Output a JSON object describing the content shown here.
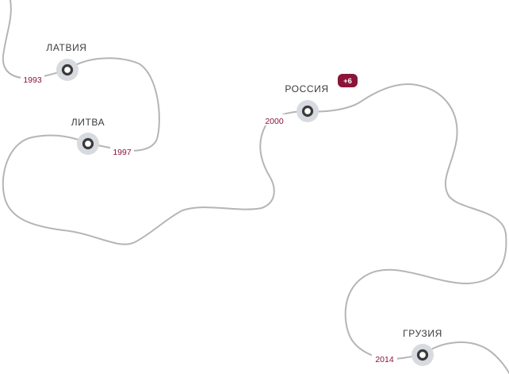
{
  "timeline": {
    "colors": {
      "line": "#b5b5b5",
      "year": "#8a1538",
      "label": "#3a3a3a",
      "halo": "#d7dbe0",
      "badge": "#8a1538"
    },
    "events": [
      {
        "country": "ЛАТВИЯ",
        "year": "1993"
      },
      {
        "country": "ЛИТВА",
        "year": "1997"
      },
      {
        "country": "РОССИЯ",
        "year": "2000",
        "badge": "+6"
      },
      {
        "country": "ГРУЗИЯ",
        "year": "2014"
      }
    ]
  }
}
